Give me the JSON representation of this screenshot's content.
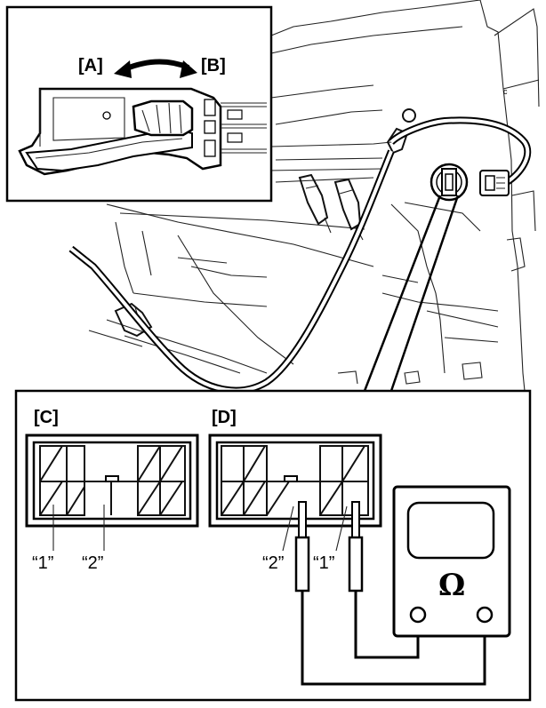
{
  "inset_handle": {
    "label_a": "[A]",
    "label_b": "[B]"
  },
  "detail_panel": {
    "connector_c_label": "[C]",
    "connector_d_label": "[D]",
    "connector_c_pins": {
      "pin1": "“1”",
      "pin2": "“2”"
    },
    "connector_d_pins": {
      "pin2": "“2”",
      "pin1": "“1”"
    },
    "meter_symbol": "Ω"
  },
  "door_small_mark": "c"
}
